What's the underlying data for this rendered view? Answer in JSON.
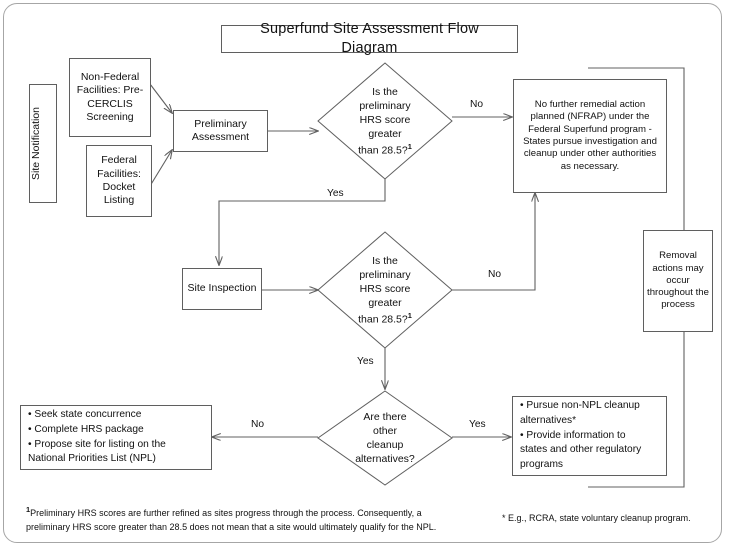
{
  "diagram": {
    "title": "Superfund Site Assessment  Flow Diagram",
    "site_notification_label": "Site Notification",
    "nodes": {
      "non_federal": "Non-Federal Facilities: Pre-CERCLIS Screening",
      "federal": "Federal Facilities: Docket Listing",
      "preliminary_assessment": "Preliminary Assessment",
      "site_inspection": "Site Inspection",
      "decision_1_l1": "Is the",
      "decision_1_l2": "preliminary",
      "decision_1_l3": "HRS score",
      "decision_1_l4": "greater",
      "decision_1_l5": "than 28.5?",
      "decision_1_sup": "1",
      "decision_2_l1": "Is the",
      "decision_2_l2": "preliminary",
      "decision_2_l3": "HRS score",
      "decision_2_l4": "greater",
      "decision_2_l5": "than 28.5?",
      "decision_2_sup": "1",
      "decision_3_l1": "Are there",
      "decision_3_l2": "other",
      "decision_3_l3": "cleanup",
      "decision_3_l4": "alternatives?",
      "nfrap": "No further remedial action planned (NFRAP) under the Federal Superfund program - States pursue investigation and cleanup under other authorities as necessary.",
      "removal_actions": "Removal actions may occur throughout the process",
      "npl_bullets": [
        "• Seek state concurrence",
        "• Complete HRS package",
        "• Propose site for listing on the",
        "National Priorities List (NPL)"
      ],
      "non_npl_bullets": [
        "• Pursue non-NPL cleanup",
        "alternatives*",
        "• Provide information to",
        "states and other regulatory",
        "programs"
      ]
    },
    "edge_labels": {
      "d1_no": "No",
      "d1_yes": "Yes",
      "d2_no": "No",
      "d2_yes": "Yes",
      "d3_no": "No",
      "d3_yes": "Yes"
    },
    "footnotes": {
      "fn1_sup": "1",
      "fn1_line1": "Preliminary HRS scores are further refined as sites progress through the process. Consequently, a",
      "fn1_line2": "preliminary HRS score greater than 28.5 does not mean that a site would ultimately qualify for the NPL.",
      "fn2": "* E.g., RCRA, state voluntary cleanup program."
    },
    "colors": {
      "frame": "#a6a6a6",
      "node_border": "#5f5f5f",
      "wire": "#606060",
      "background": "#ffffff",
      "text": "#111111"
    }
  }
}
